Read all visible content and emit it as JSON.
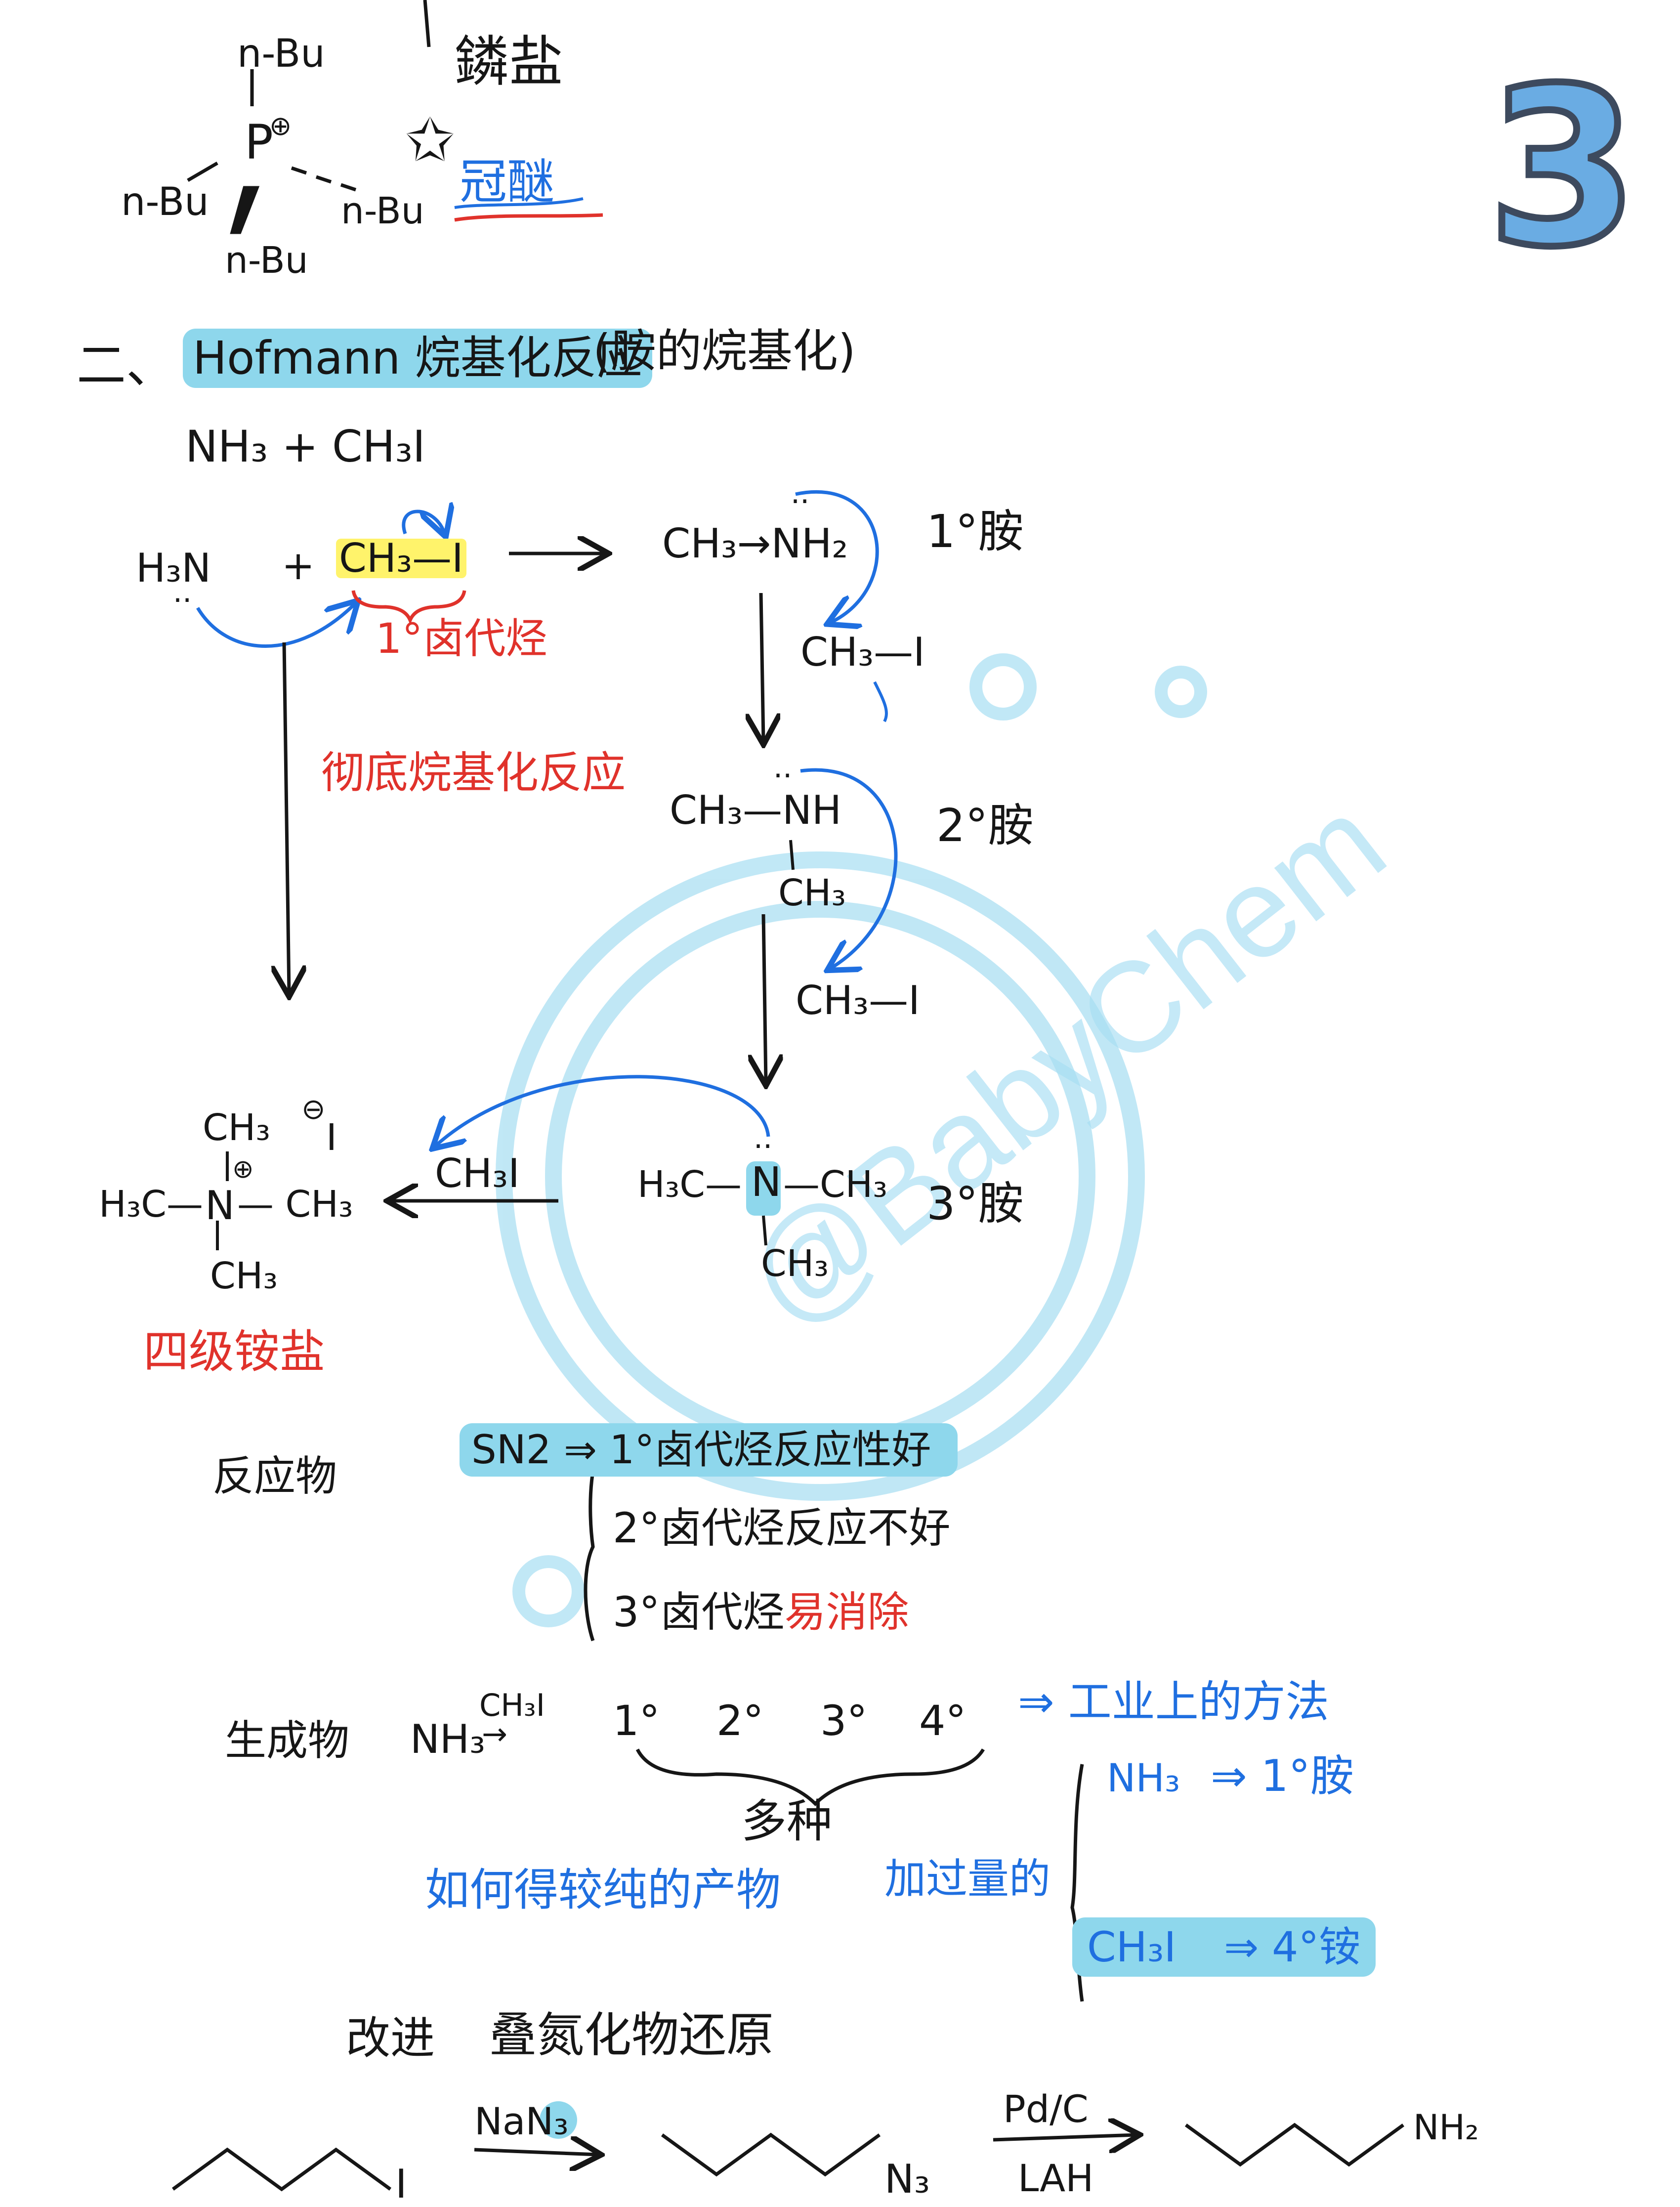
{
  "page_number": "3",
  "watermark": "@BabyChem",
  "phosphonium": {
    "top": "n-Bu",
    "center": "P",
    "charge": "⊕",
    "left": "n-Bu",
    "right": "n-Bu",
    "bottom": "n-Bu",
    "title_salt": "鏻盐",
    "star": "✩",
    "note": "冠醚"
  },
  "section": {
    "number": "二、",
    "title": "Hofmann 烷基化反应",
    "subtitle": "(胺的烷基化)"
  },
  "equation": "NH₃ + CH₃I",
  "step1": {
    "reactant_amine": "H₃N",
    "plus": "+",
    "reactant_halide": "CH₃—I",
    "halide_label": "1°卤代烃",
    "product": "CH₃→NH₂",
    "product_label": "1°胺",
    "reagent": "CH₃—I"
  },
  "exhaustive_label": "彻底烷基化反应",
  "step2": {
    "product": "CH₃—NH",
    "sub": "CH₃",
    "label": "2°胺",
    "reagent": "CH₃—I"
  },
  "step3": {
    "left": "H₃C—",
    "center": "N",
    "right": "—CH₃",
    "bottom": "CH₃",
    "label": "3°胺",
    "reagent": "CH₃I"
  },
  "quat": {
    "top": "CH₃",
    "left": "H₃C—",
    "center": "N",
    "charge": "⊕",
    "right": "— CH₃",
    "bottom": "CH₃",
    "anion_charge": "⊖",
    "anion": "I",
    "label": "四级铵盐"
  },
  "reactants": {
    "label": "反应物",
    "sn2": "SN2 ⇒",
    "items": [
      "1°卤代烃反应性好",
      "2°卤代烃反应不好",
      "3°卤代烃"
    ],
    "item3_red": "易消除"
  },
  "products": {
    "label": "生成物",
    "nh3": "NH₃",
    "reagent": "CH₃I",
    "degrees": [
      "1°",
      "2°",
      "3°",
      "4°"
    ],
    "industrial": "⇒ 工业上的方法",
    "mixture": "多种",
    "question": "如何得较纯的产物",
    "excess": "加过量的",
    "case1_reagent": "NH₃",
    "case1_result": "⇒ 1°胺",
    "case2_reagent": "CH₃I",
    "case2_result": "⇒ 4°铵"
  },
  "improvement": {
    "label": "改进",
    "title": "叠氮化物还原",
    "iodide": "I",
    "reagent1": "NaN₃",
    "azide": "N₃",
    "reagent2_top": "Pd/C",
    "reagent2_bottom": "LAH",
    "amine": "NH₂"
  }
}
